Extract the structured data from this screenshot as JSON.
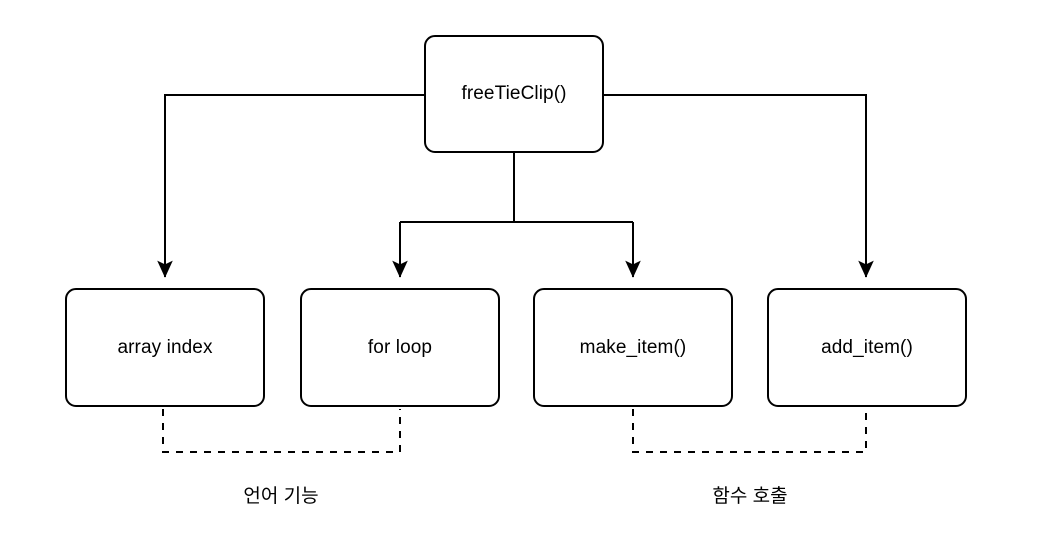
{
  "diagram": {
    "type": "flowchart",
    "background_color": "#ffffff",
    "line_color": "#000000",
    "text_color": "#000000",
    "root": {
      "label": "freeTieClip()"
    },
    "children": [
      {
        "label": "array index",
        "category": "language-feature"
      },
      {
        "label": "for loop",
        "category": "language-feature"
      },
      {
        "label": "make_item()",
        "category": "function-call"
      },
      {
        "label": "add_item()",
        "category": "function-call"
      }
    ],
    "groups": [
      {
        "label": "언어 기능",
        "members": [
          "array index",
          "for loop"
        ]
      },
      {
        "label": "함수 호출",
        "members": [
          "make_item()",
          "add_item()"
        ]
      }
    ],
    "edges": [
      {
        "from": "freeTieClip()",
        "to": "array index",
        "style": "solid",
        "arrow": "triangle"
      },
      {
        "from": "freeTieClip()",
        "to": "for loop",
        "style": "solid",
        "arrow": "triangle"
      },
      {
        "from": "freeTieClip()",
        "to": "make_item()",
        "style": "solid",
        "arrow": "triangle"
      },
      {
        "from": "freeTieClip()",
        "to": "add_item()",
        "style": "solid",
        "arrow": "triangle"
      }
    ]
  }
}
